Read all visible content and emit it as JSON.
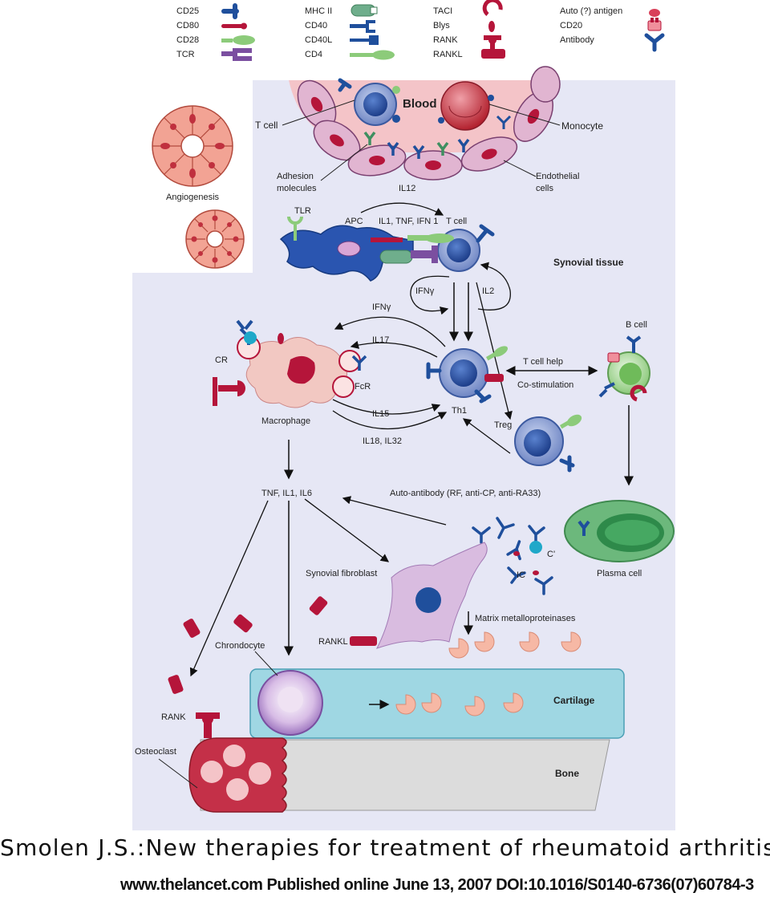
{
  "legend": {
    "col1": [
      "CD25",
      "CD80",
      "CD28",
      "TCR"
    ],
    "col2": [
      "MHC II",
      "CD40",
      "CD40L",
      "CD4"
    ],
    "col3": [
      "TACI",
      "Blys",
      "RANK",
      "RANKL"
    ],
    "col4": [
      "Auto (?) antigen",
      "CD20",
      "Antibody"
    ]
  },
  "labels": {
    "blood": "Blood",
    "t_cell_top": "T cell",
    "monocyte": "Monocyte",
    "adhesion_1": "Adhesion",
    "adhesion_2": "molecules",
    "endothelial_1": "Endothelial",
    "endothelial_2": "cells",
    "angiogenesis": "Angiogenesis",
    "il12": "IL12",
    "tlr": "TLR",
    "apc": "APC",
    "il1_tnf_ifn1": "IL1, TNF, IFN 1",
    "t_cell_apc": "T cell",
    "synovial_tissue": "Synovial tissue",
    "ifn_gamma_loop": "IFNγ",
    "il2": "IL2",
    "ifn_gamma_arrow": "IFNγ",
    "il17": "IL17",
    "b_cell": "B cell",
    "cr": "CR",
    "fcr": "FcR",
    "t_cell_help": "T cell help",
    "co_stimulation": "Co-stimulation",
    "macrophage": "Macrophage",
    "il15": "IL15",
    "th1": "Th1",
    "treg": "Treg",
    "il18_il32": "IL18, IL32",
    "tnf_il1_il6": "TNF, IL1, IL6",
    "auto_antibody": "Auto-antibody (RF, anti-CP, anti-RA33)",
    "plasma_cell": "Plasma cell",
    "c_prime": "C'",
    "ic": "IC",
    "synovial_fibroblast": "Synovial fibroblast",
    "matrix_mmp": "Matrix metalloproteinases",
    "rankl": "RANKL",
    "chondrocyte": "Chrondocyte",
    "cartilage": "Cartilage",
    "rank": "RANK",
    "osteoclast": "Osteoclast",
    "bone": "Bone"
  },
  "caption": "Smolen J.S.:New therapies for treatment of rheumatoid arthritis",
  "citation": "www.thelancet.com Published online June 13, 2007 DOI:10.1016/S0140-6736(07)60784-3",
  "colors": {
    "tissue_bg": "#e6e7f5",
    "cartilage": "#9fd7e3",
    "bone": "#dcdcdc",
    "tcell": "#7d95cf",
    "monocyte": "#c8353f",
    "endothelial": "#e1b5d1",
    "receptor_blue": "#1f4f9c",
    "receptor_red": "#b5153a",
    "green": "#8ccb7a",
    "purple": "#7b4fa0",
    "macrophage": "#f2c8c2",
    "plasma": "#6cb87c"
  }
}
